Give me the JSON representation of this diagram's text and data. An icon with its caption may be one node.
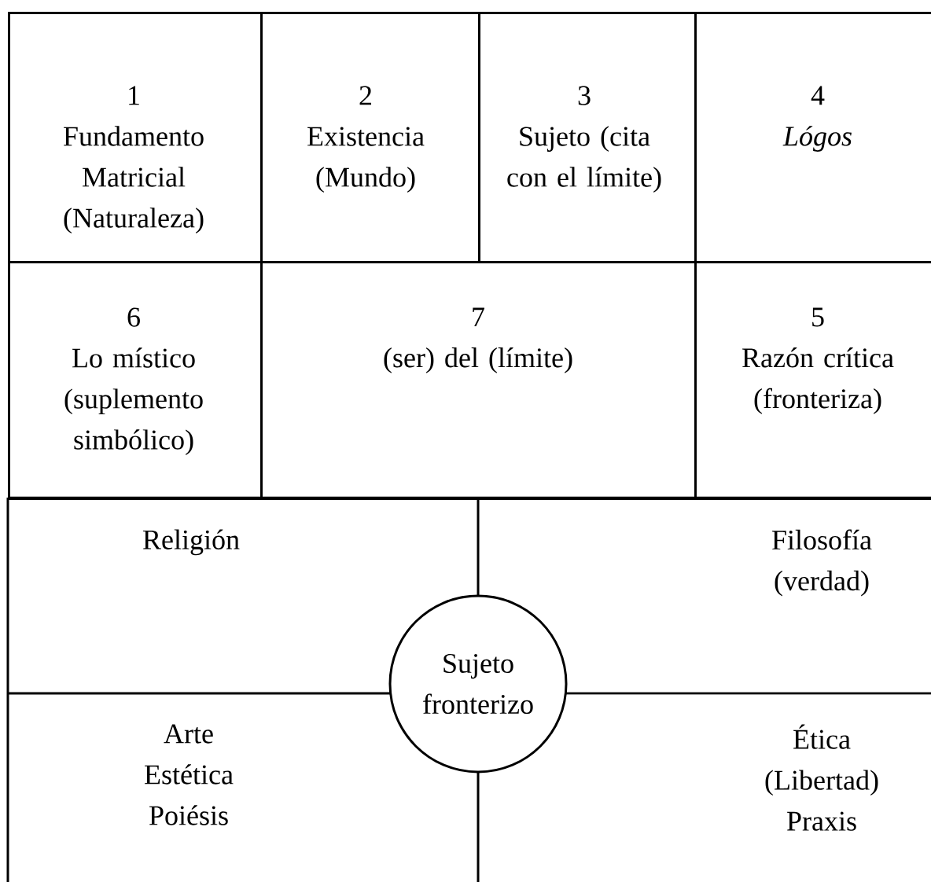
{
  "diagram": {
    "nodes": [
      {
        "text": [
          "1",
          "Fundamento Matricial (Naturaleza)"
        ]
      },
      {
        "text": [
          "2",
          "Existencia (Mundo)"
        ]
      },
      {
        "text": [
          "3",
          "Sujeto (cita con el límite)"
        ]
      },
      {
        "text": [
          "4",
          "*Lógos*"
        ]
      },
      {
        "text": [
          "6",
          "Lo místico (suplemento simbólico)"
        ]
      },
      {
        "text": [
          "7",
          "(ser) del (límite)"
        ]
      },
      {
        "text": [
          "5",
          "Razón crítica (fronteriza)"
        ]
      },
      {
        "text": [
          "Religión"
        ]
      },
      {
        "text": [
          "Filosofía",
          "(verdad)"
        ]
      },
      {
        "text": [
          "Arte",
          "Estética",
          "Poiésis"
        ]
      },
      {
        "text": [
          "Ética",
          "(Libertad)",
          "Praxis"
        ]
      },
      {
        "text": [
          "Sujeto fronterizo"
        ]
      }
    ]
  }
}
